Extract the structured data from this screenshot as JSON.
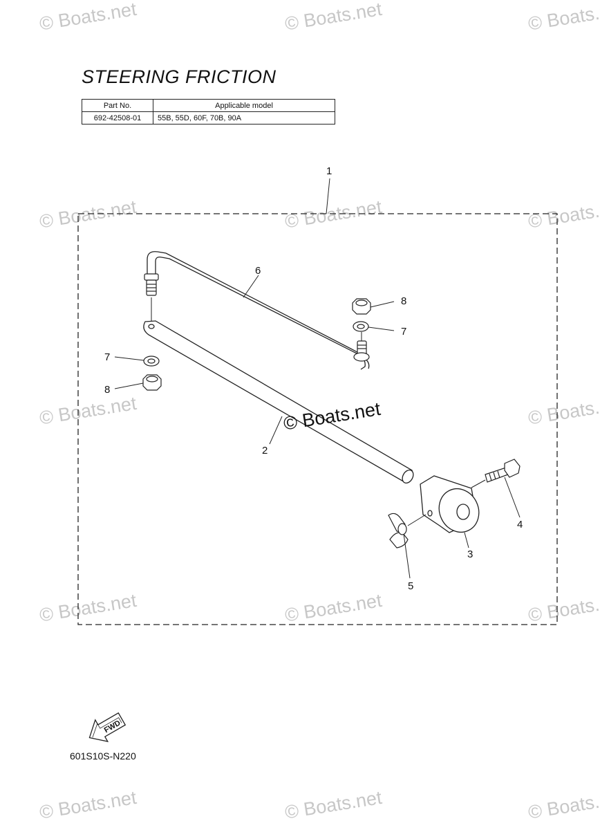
{
  "title": "STEERING FRICTION",
  "table": {
    "headers": [
      "Part No.",
      "Applicable model"
    ],
    "rows": [
      [
        "692-42508-01",
        "55B, 55D, 60F, 70B, 90A"
      ]
    ]
  },
  "callouts": [
    "1",
    "2",
    "3",
    "4",
    "5",
    "6",
    "7",
    "7",
    "8",
    "8"
  ],
  "fwd_label": "FWD",
  "diagram_code": "601S10S-N220",
  "watermark": "© Boats.net"
}
